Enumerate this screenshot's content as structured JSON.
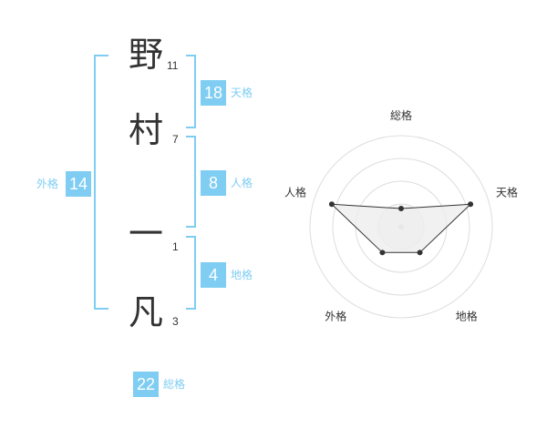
{
  "name": {
    "chars": [
      {
        "char": "野",
        "strokes": "11"
      },
      {
        "char": "村",
        "strokes": "7"
      },
      {
        "char": "一",
        "strokes": "1"
      },
      {
        "char": "凡",
        "strokes": "3"
      }
    ]
  },
  "fortunes": {
    "tenkaku": {
      "label": "天格",
      "value": "18"
    },
    "jinkaku": {
      "label": "人格",
      "value": "8"
    },
    "chikaku": {
      "label": "地格",
      "value": "4"
    },
    "gaikaku": {
      "label": "外格",
      "value": "14"
    },
    "soukaku": {
      "label": "総格",
      "value": "22"
    }
  },
  "colors": {
    "accent": "#7fcdf2",
    "text": "#333333",
    "ring": "#dddddd"
  },
  "chart_data": {
    "type": "radar",
    "axes": [
      "総格",
      "天格",
      "地格",
      "外格",
      "人格"
    ],
    "values": [
      0.2,
      0.8,
      0.35,
      0.35,
      0.8
    ],
    "range": [
      0,
      1
    ],
    "rings": 4
  }
}
